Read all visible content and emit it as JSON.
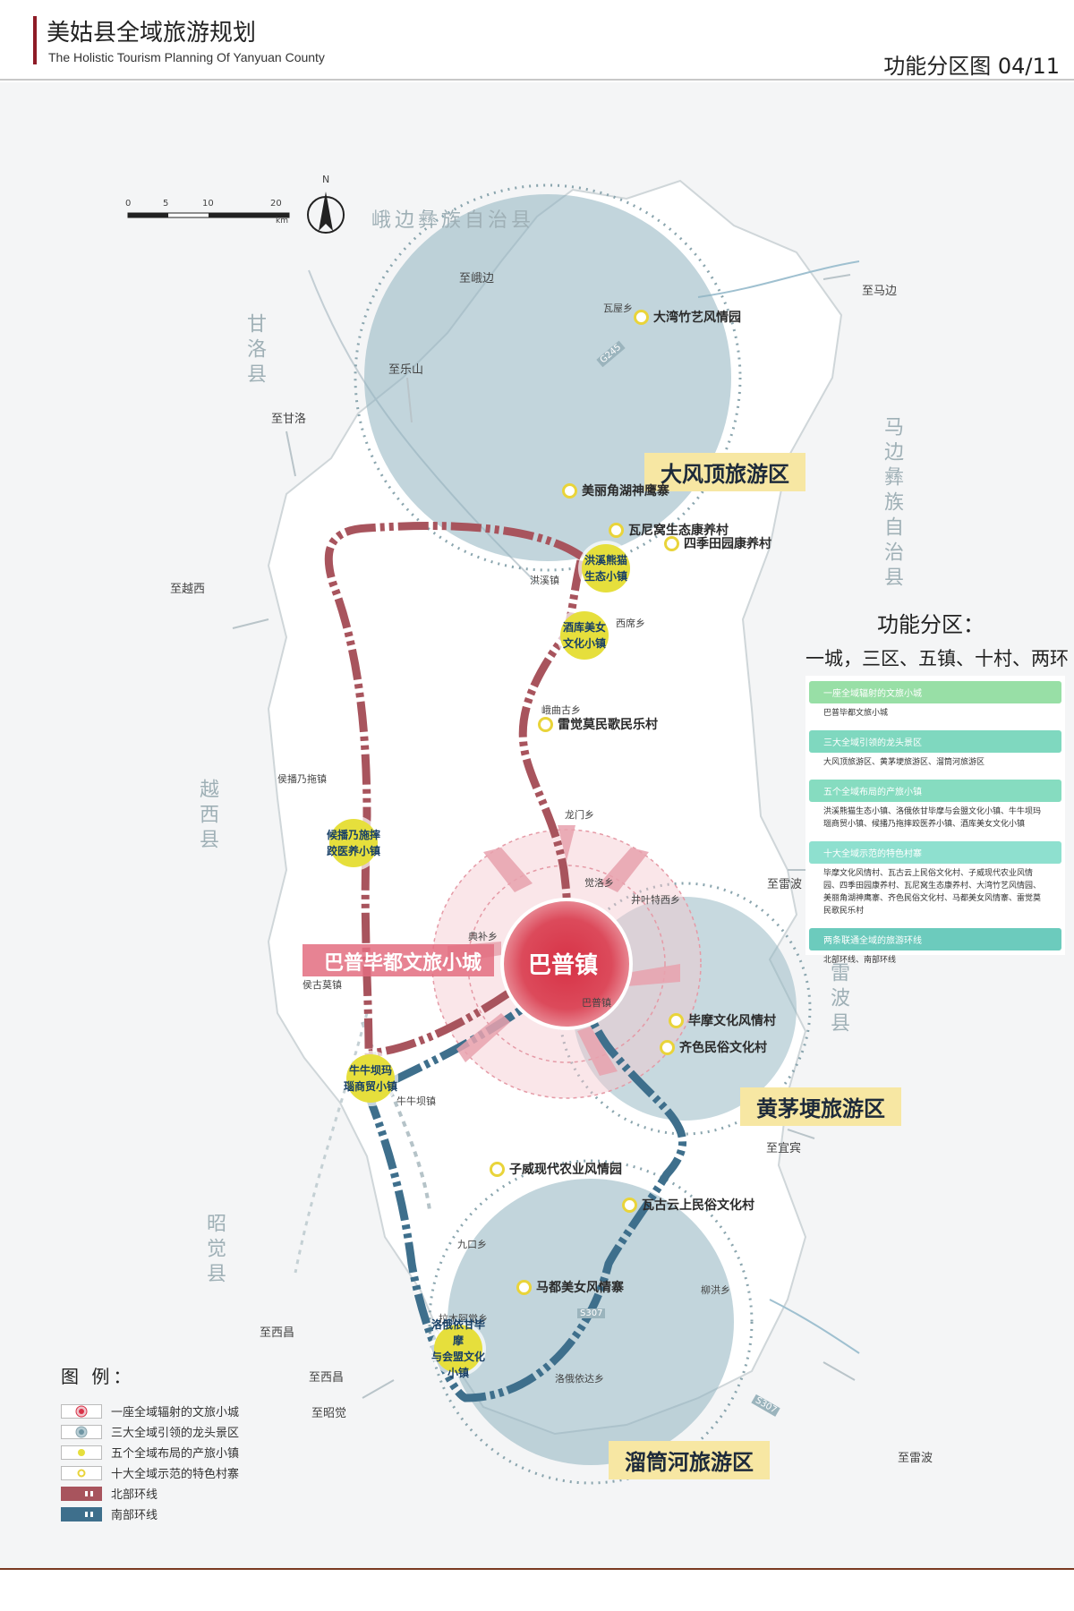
{
  "header": {
    "title": "美姑县全域旅游规划",
    "subtitle": "The Holistic Tourism Planning Of Yanyuan County",
    "page": "功能分区图 04/11"
  },
  "scale": {
    "ticks": [
      "0",
      "5",
      "10",
      "20"
    ],
    "unit": "km",
    "north": "N"
  },
  "neighbors": {
    "ebian": "峨边彝族自治县",
    "ganluo": "甘洛县",
    "mabian": "马边彝族自治县",
    "yuexi": "越西县",
    "leibo": "雷波县",
    "zhaojue": "昭觉县"
  },
  "directions": {
    "to_ebian": "至峨边",
    "to_mabian": "至马边",
    "to_leshan": "至乐山",
    "to_ganluo": "至甘洛",
    "to_yuexi": "至越西",
    "to_leibo_e": "至雷波",
    "to_yibin": "至宜宾",
    "to_xichang1": "至西昌",
    "to_xichang2": "至西昌",
    "to_zhaojue": "至昭觉",
    "to_leibo_s": "至雷波"
  },
  "townships": {
    "a": "洪溪镇",
    "b": "西席乡",
    "c": "峨曲古乡",
    "d": "龙门乡",
    "e": "觉洛乡",
    "f": "井叶特西乡",
    "g": "侯播乃拖镇",
    "h": "侯古莫镇",
    "i": "典补乡",
    "j": "巴普镇",
    "k": "牛牛坝镇",
    "l": "九口乡",
    "m": "柳洪乡",
    "n": "洛俄依达乡",
    "o": "瓦屋乡",
    "p": "拉木阿觉乡"
  },
  "zones": {
    "dafengding": "大风顶旅游区",
    "huangmaogeng": "黄茅埂旅游区",
    "liutonghe": "溜筒河旅游区"
  },
  "center": {
    "label": "巴普镇",
    "banner": "巴普毕都文旅小城"
  },
  "towns": {
    "hongxi": [
      "洪溪熊猫",
      "生态小镇"
    ],
    "jiuku": [
      "酒库美女",
      "文化小镇"
    ],
    "houbo": [
      "候播乃施摔",
      "跤医养小镇"
    ],
    "niuniu": [
      "牛牛坝玛",
      "瑙商贸小镇"
    ],
    "luoe": [
      "洛俄依甘毕摩",
      "与会盟文化小镇"
    ]
  },
  "villages": {
    "dawan": "大湾竹艺风情园",
    "meili": "美丽角湖神鹰寨",
    "wani": "瓦尼窝生态康养村",
    "siji": "四季田园康养村",
    "leijue": "雷觉莫民歌民乐村",
    "bimo": "毕摩文化风情村",
    "qise": "齐色民俗文化村",
    "ziwei": "子威现代农业风情园",
    "wagu": "瓦古云上民俗文化村",
    "madu": "马都美女风情寨"
  },
  "roads": {
    "g245": "G245",
    "s307a": "S307",
    "s307b": "S307"
  },
  "function": {
    "title": "功能分区：",
    "subtitle": "一城，三区、五镇、十村、两环",
    "sections": [
      {
        "head": "一座全域辐射的文旅小城",
        "body": "巴普毕都文旅小城"
      },
      {
        "head": "三大全域引领的龙头景区",
        "body": "大风顶旅游区、黄茅埂旅游区、溜筒河旅游区"
      },
      {
        "head": "五个全域布局的产旅小镇",
        "body": "洪溪熊猫生态小镇、洛俄依甘毕摩与会盟文化小镇、牛牛坝玛瑙商贸小镇、候播乃拖摔跤医养小镇、酒库美女文化小镇"
      },
      {
        "head": "十大全域示范的特色村寨",
        "body": "毕摩文化风情村、瓦古云上民俗文化村、子威现代农业风情园、四季田园康养村、瓦尼窝生态康养村、大湾竹艺风情园、美丽角湖神鹰寨、齐色民俗文化村、马都美女风情寨、雷觉莫民歌民乐村"
      },
      {
        "head": "两条联通全域的旅游环线",
        "body": "北部环线、南部环线"
      }
    ]
  },
  "legend": {
    "title": "图 例：",
    "items": [
      "一座全域辐射的文旅小城",
      "三大全域引领的龙头景区",
      "五个全域布局的产旅小镇",
      "十大全域示范的特色村寨",
      "北部环线",
      "南部环线"
    ]
  },
  "colors": {
    "north_loop": "#a8545d",
    "south_loop": "#3e6f8c",
    "zone_fill": "#8fb3bf",
    "center": "#d83348",
    "town": "#e6df3c",
    "accent": "#8e1b26"
  }
}
